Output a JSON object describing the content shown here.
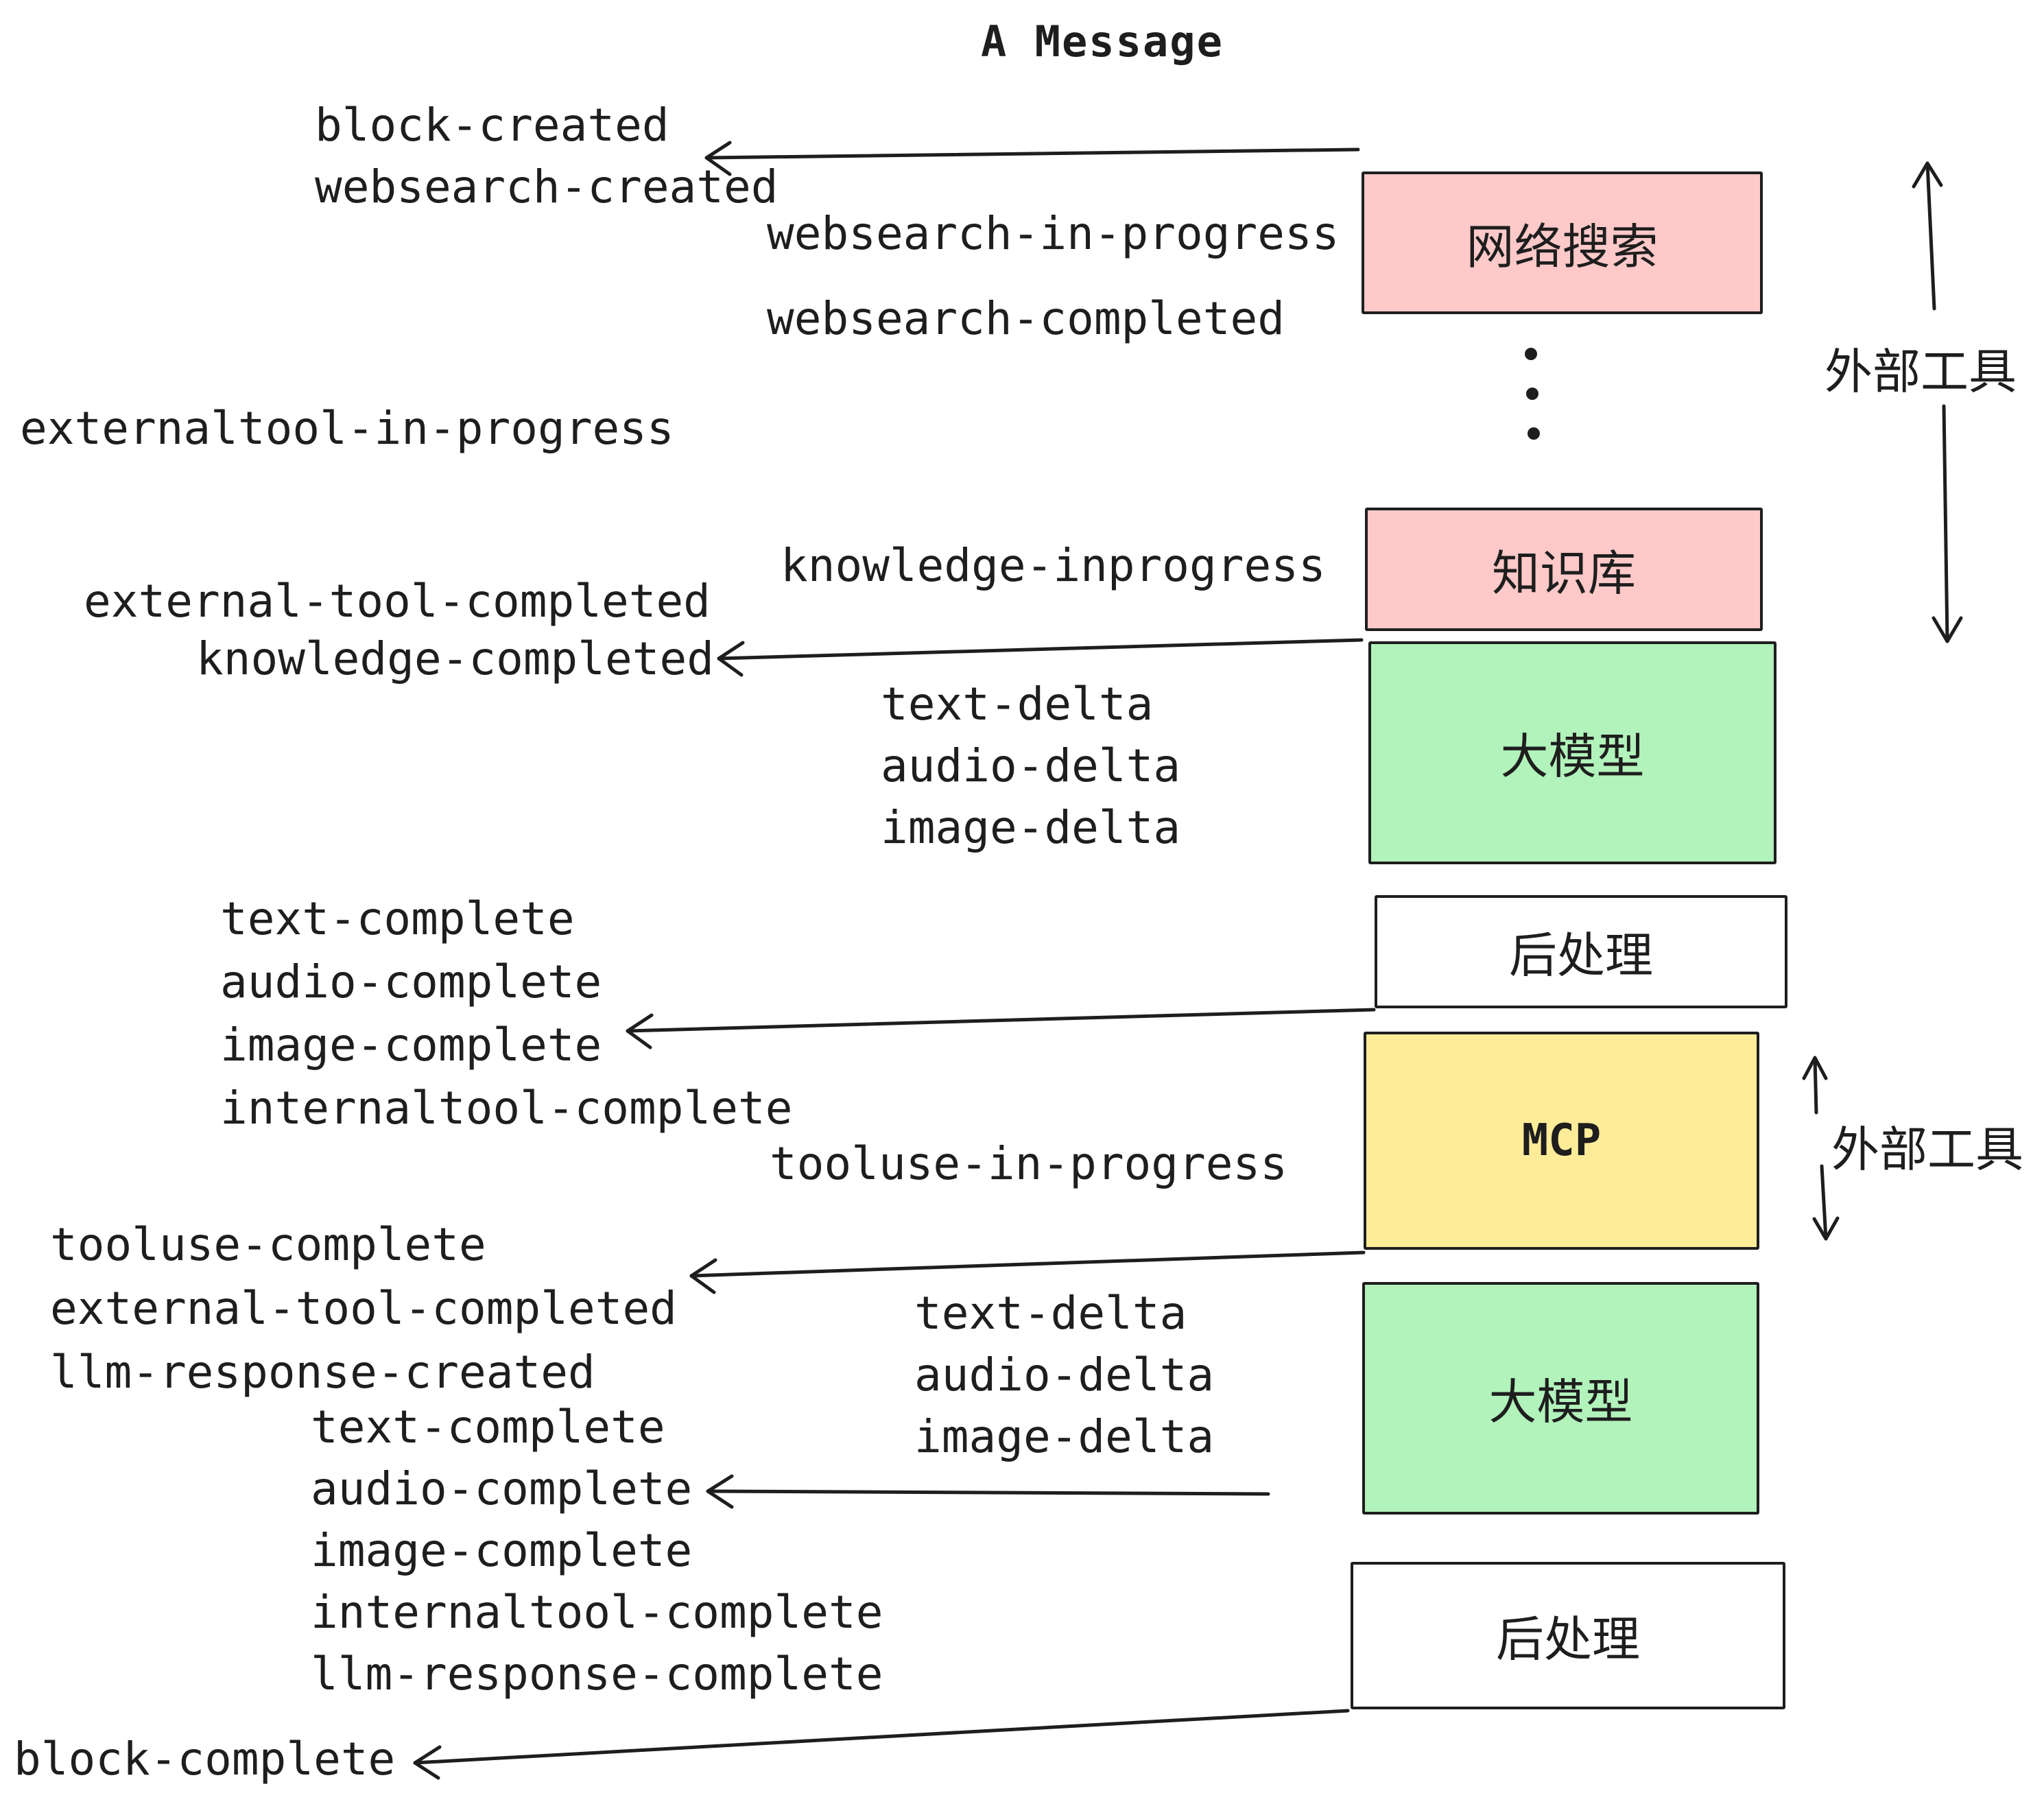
{
  "title": "A Message",
  "colors": {
    "ink": "#1e1e1e",
    "pink": "#ffc9c9",
    "green": "#b2f2bb",
    "yellow": "#ffec99",
    "white": "#ffffff"
  },
  "events": {
    "block_created": "block-created",
    "websearch_created": "websearch-created",
    "websearch_in_progress": "websearch-in-progress",
    "websearch_completed": "websearch-completed",
    "externaltool_in_progress": "externaltool-in-progress",
    "knowledge_inprogress": "knowledge-inprogress",
    "external_tool_completed": "external-tool-completed",
    "knowledge_completed": "knowledge-completed",
    "deltas1": "text-delta\naudio-delta\nimage-delta",
    "completes1": "text-complete\naudio-complete\nimage-complete\ninternaltool-complete",
    "tooluse_in_progress": "tooluse-in-progress",
    "tooluse_block": "tooluse-complete\nexternal-tool-completed\nllm-response-created",
    "deltas2": "text-delta\naudio-delta\nimage-delta",
    "completes2": "text-complete\naudio-complete\nimage-complete\ninternaltool-complete\nllm-response-complete",
    "block_complete": "block-complete"
  },
  "boxes": {
    "websearch": {
      "label": "网络搜索"
    },
    "knowledge": {
      "label": "知识库"
    },
    "llm1": {
      "label": "大模型"
    },
    "post1": {
      "label": "后处理"
    },
    "mcp": {
      "label": "MCP"
    },
    "llm2": {
      "label": "大模型"
    },
    "post2": {
      "label": "后处理"
    }
  },
  "side_labels": {
    "external_tools_top": "外部工具",
    "external_tools_mid": "外部工具"
  }
}
